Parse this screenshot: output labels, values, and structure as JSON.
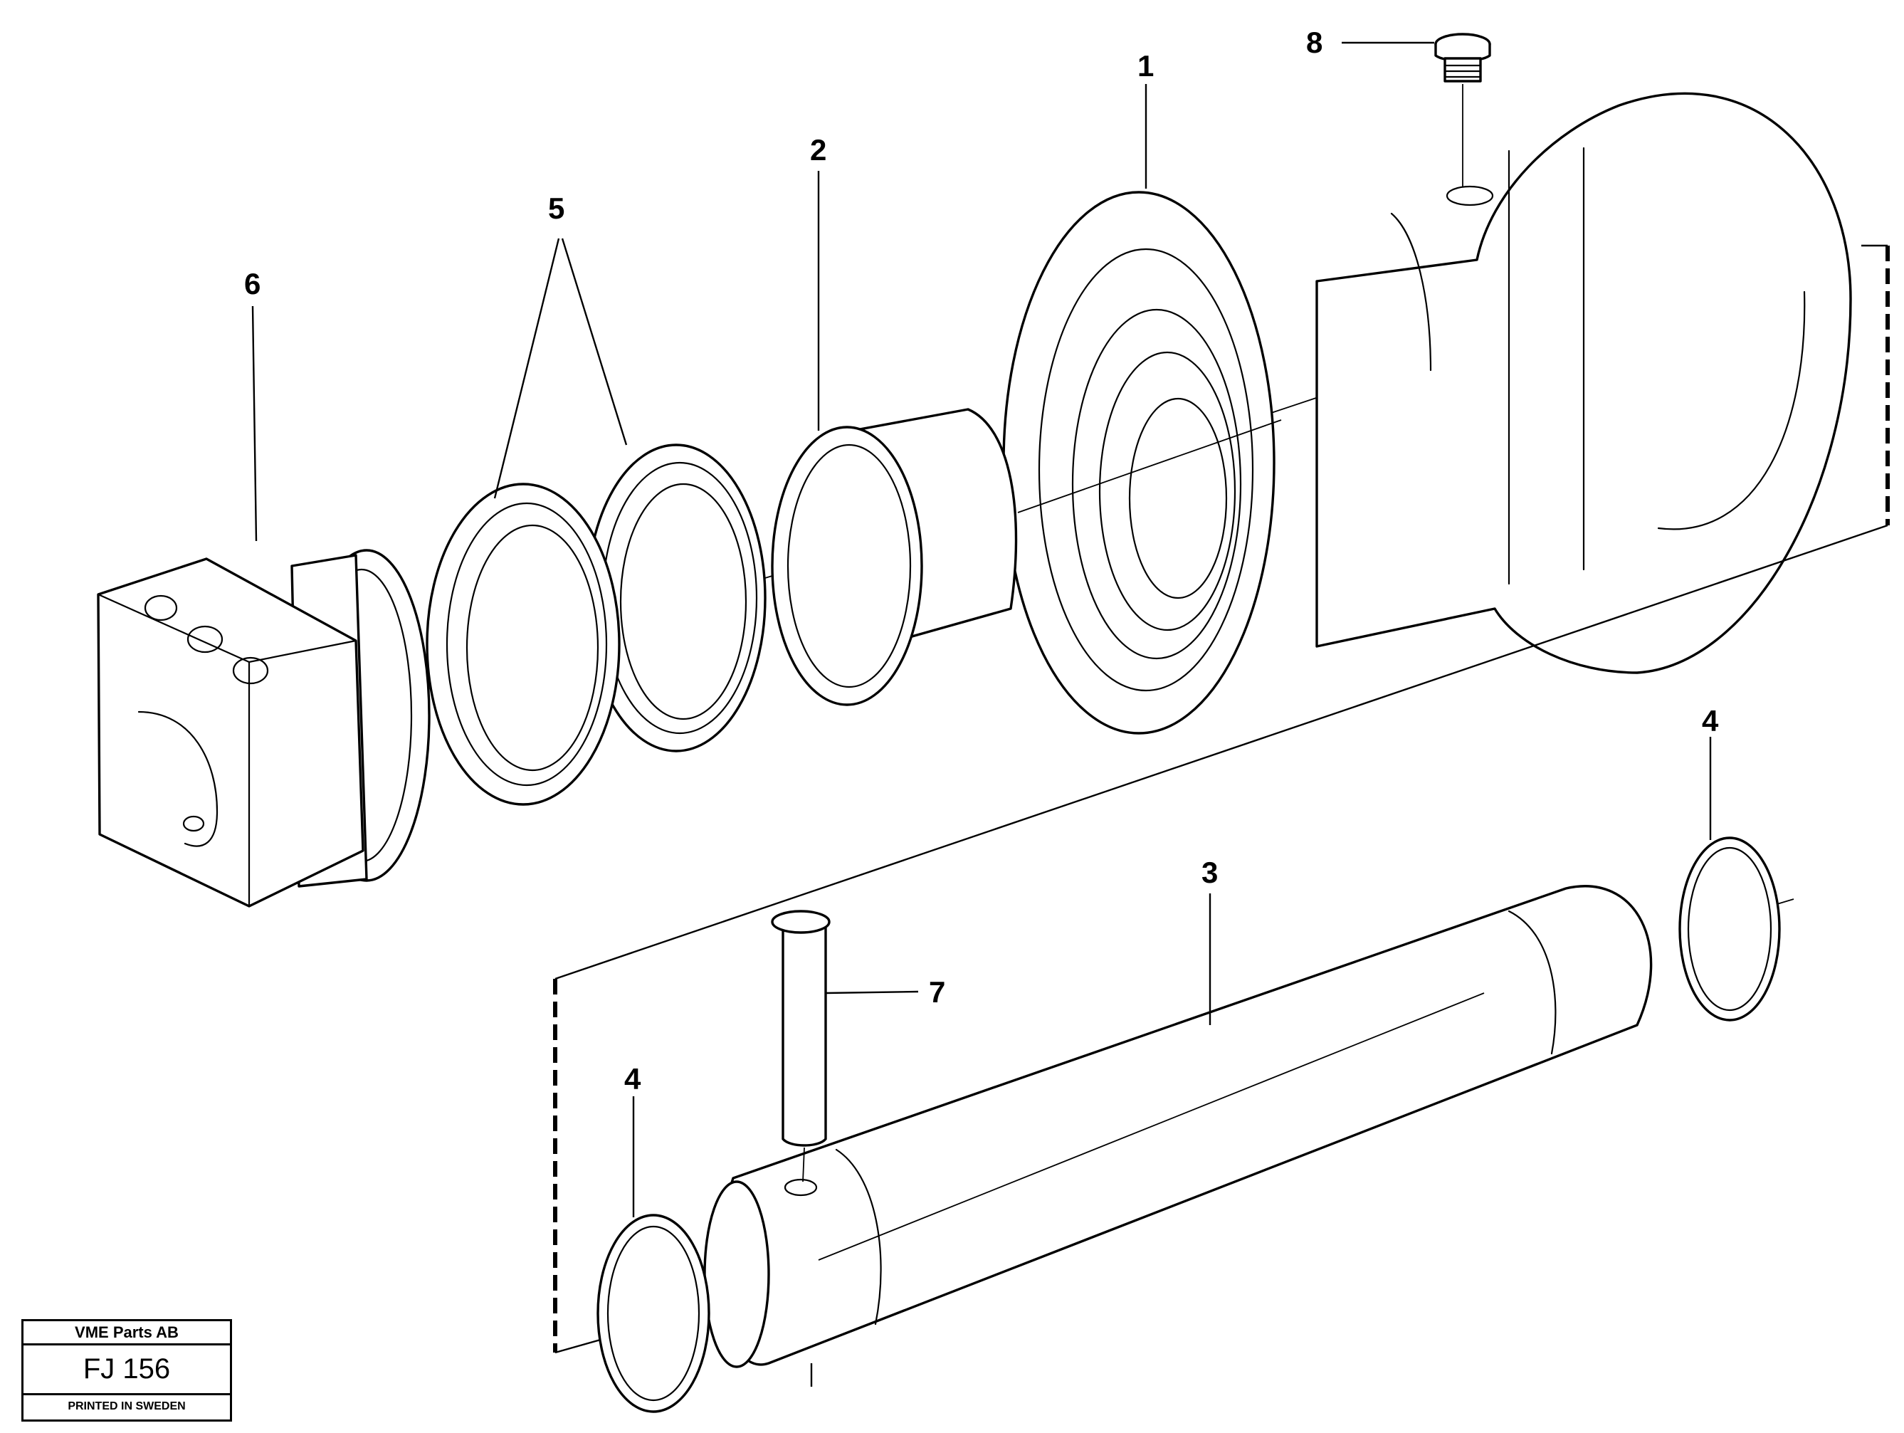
{
  "callouts": {
    "c1": "1",
    "c2": "2",
    "c3": "3",
    "c4a": "4",
    "c4b": "4",
    "c5": "5",
    "c6": "6",
    "c7": "7",
    "c8": "8"
  },
  "stamp": {
    "company": "VME Parts AB",
    "code": "FJ 156",
    "printed": "PRINTED IN SWEDEN"
  }
}
